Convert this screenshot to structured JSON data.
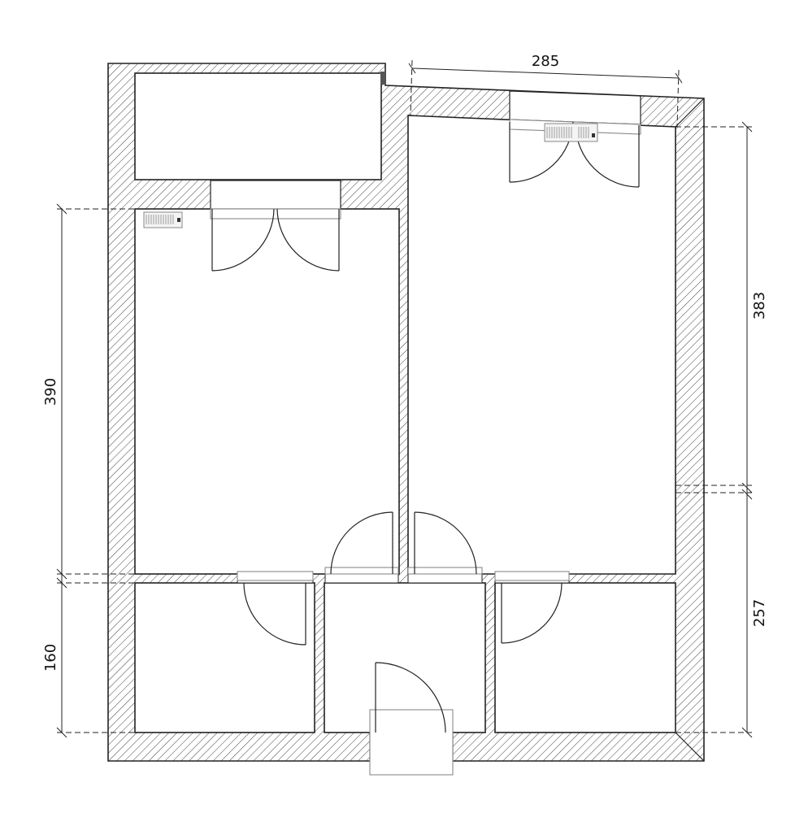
{
  "dimensions": {
    "top_width": "285",
    "right_upper": "383",
    "right_lower": "257",
    "left_upper": "390",
    "left_lower": "160"
  }
}
